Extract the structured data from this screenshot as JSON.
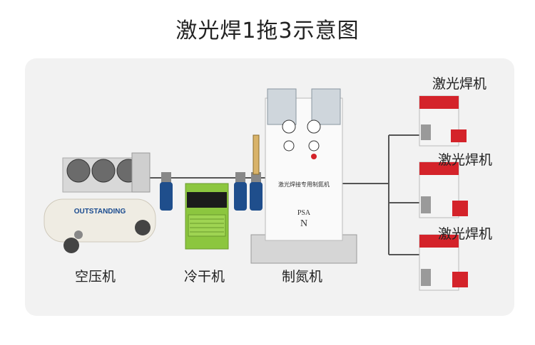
{
  "title": "激光焊1拖3示意图",
  "labels": {
    "compressor": "空压机",
    "dryer": "冷干机",
    "nitrogen": "制氮机",
    "welder1": "激光焊机",
    "welder2": "激光焊机",
    "welder3": "激光焊机"
  },
  "compressor_brand": "OUTSTANDING",
  "nitrogen_machine": {
    "panel_text": "激光焊接专用制氮机",
    "psa_text": "PSA",
    "n2_text": "N"
  },
  "colors": {
    "pipe": "#555555",
    "filter_blue": "#1f4e8c",
    "dryer_green": "#8cc63f",
    "welder_red": "#d4232a",
    "panel_bg": "#f2f2f2"
  }
}
